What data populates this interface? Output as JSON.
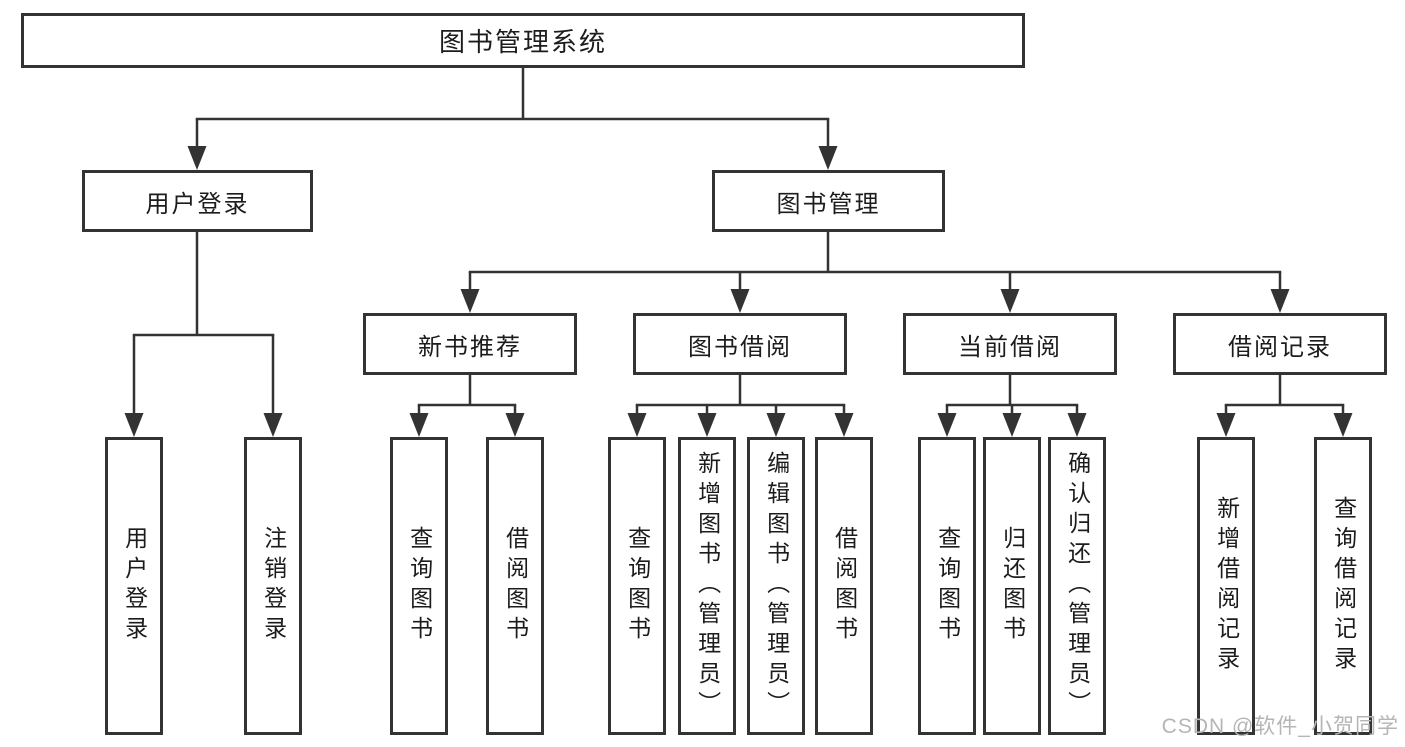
{
  "title": {
    "label": "图书管理系统"
  },
  "level2": {
    "user_login": {
      "label": "用户登录"
    },
    "book_mgmt": {
      "label": "图书管理"
    }
  },
  "level3": {
    "new_book": {
      "label": "新书推荐"
    },
    "borrow": {
      "label": "图书借阅"
    },
    "current": {
      "label": "当前借阅"
    },
    "records": {
      "label": "借阅记录"
    }
  },
  "leaves": {
    "user_login": [
      "用户登录",
      "注销登录"
    ],
    "new_book": [
      "查询图书",
      "借阅图书"
    ],
    "borrow": [
      "查询图书",
      "新增图书（管理员）",
      "编辑图书（管理员）",
      "借阅图书"
    ],
    "current": [
      "查询图书",
      "归还图书",
      "确认归还（管理员）"
    ],
    "records": [
      "新增借阅记录",
      "查询借阅记录"
    ]
  },
  "watermark": {
    "text": "CSDN @软件_小贺同学"
  },
  "colors": {
    "line": "#333333",
    "text": "#1c1c1c",
    "watermark": "#b5b5b5",
    "background": "#ffffff"
  }
}
